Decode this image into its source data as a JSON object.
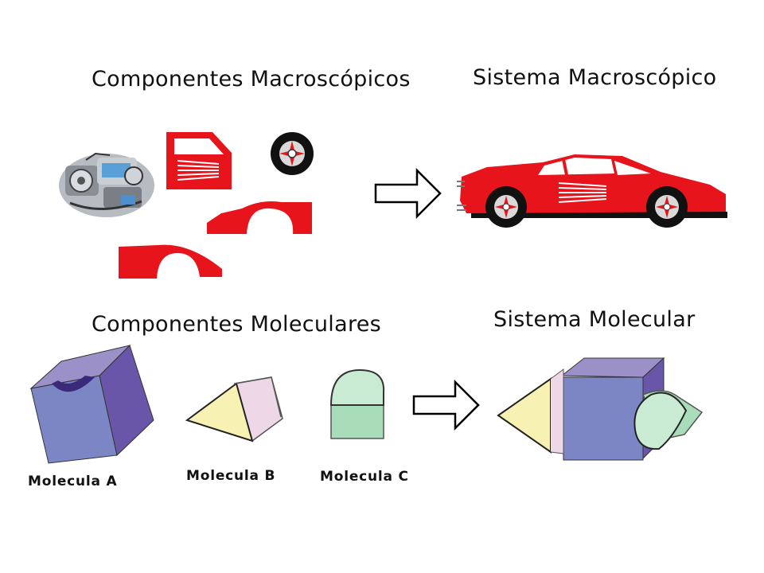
{
  "titles": {
    "macro_components": "Componentes Macroscópicos",
    "macro_system": "Sistema Macroscópico",
    "molecular_components": "Componentes Moleculares",
    "molecular_system": "Sistema Molecular"
  },
  "molecules": {
    "a": "Molecula A",
    "b": "Molecula B",
    "c": "Molecula C"
  },
  "colors": {
    "car_red": "#e8141c",
    "engine_gray": "#8a8f96",
    "mol_a_purple": "#6a56a8",
    "mol_a_blue": "#7d86c4",
    "mol_b_yellow": "#f7f2b4",
    "mol_b_pink": "#eed7e6",
    "mol_c_green": "#a9ddb9",
    "arrow_outline": "#000000"
  },
  "icons": [
    "engine-icon",
    "door-panel-icon",
    "wheel-icon",
    "fender-icon",
    "arrow-right-icon",
    "sports-car-icon",
    "molecule-a-icon",
    "molecule-b-icon",
    "molecule-c-icon",
    "molecular-system-icon"
  ]
}
